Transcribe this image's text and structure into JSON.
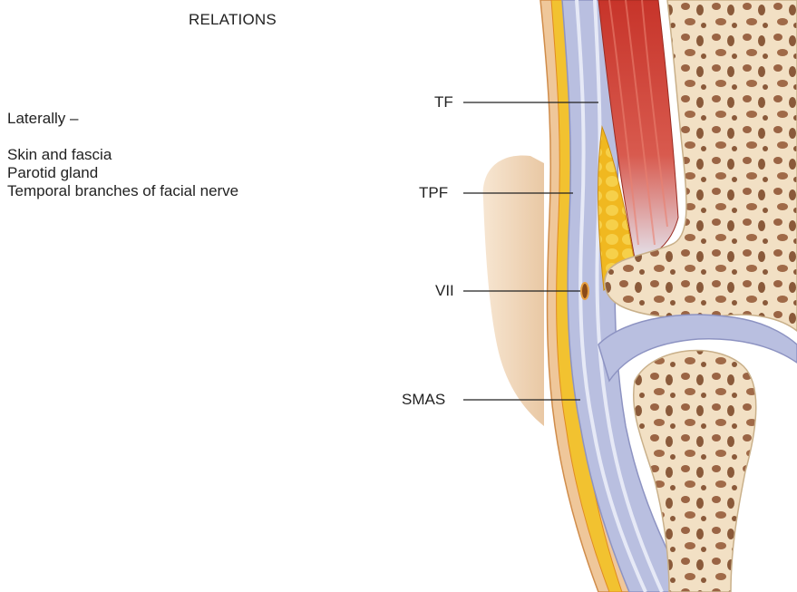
{
  "title": "RELATIONS",
  "relations": {
    "heading": "Laterally –",
    "items": [
      "Skin and fascia",
      "Parotid gland",
      "Temporal branches of facial nerve"
    ]
  },
  "labels": {
    "tf": "TF",
    "tpf": "TPF",
    "vii": "VII",
    "smas": "SMAS"
  },
  "colors": {
    "muscle": "#c9362b",
    "fat": "#f2c230",
    "fascia": "#b9bfe0",
    "bone": "#f2e0c4",
    "bone_spots": "#8a5a3a",
    "skin": "#efc79a",
    "ear": "#f3d6b4"
  }
}
